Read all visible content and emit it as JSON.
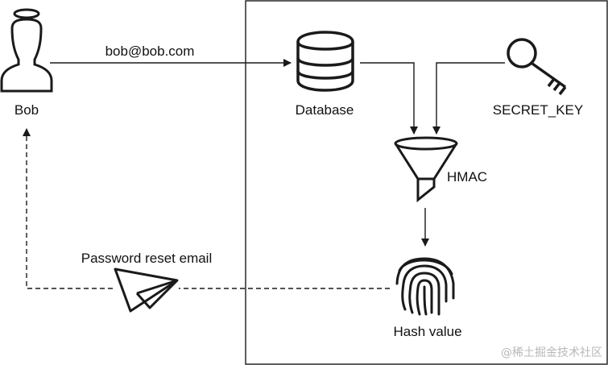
{
  "nodes": {
    "bob": {
      "label": "Bob",
      "icon": "user-icon"
    },
    "database": {
      "label": "Database",
      "icon": "database-icon"
    },
    "secret_key": {
      "label": "SECRET_KEY",
      "icon": "key-icon"
    },
    "hmac": {
      "label": "HMAC",
      "icon": "funnel-icon"
    },
    "hash_value": {
      "label": "Hash value",
      "icon": "fingerprint-icon"
    },
    "reset_email": {
      "label": "Password reset email",
      "icon": "paper-plane-icon"
    }
  },
  "edges": {
    "bob_to_database": {
      "label": "bob@bob.com"
    }
  },
  "watermark": "@稀土掘金技术社区",
  "colors": {
    "stroke": "#1a1a1a",
    "background": "#ffffff",
    "watermark": "#b8b8b8"
  }
}
